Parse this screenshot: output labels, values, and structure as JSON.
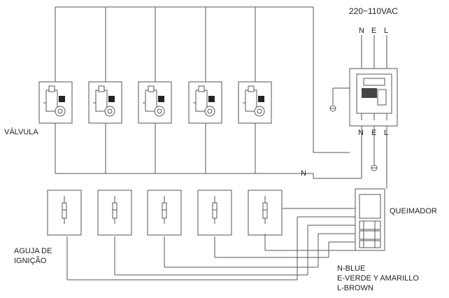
{
  "labels": {
    "supply": "220~110VAC",
    "supply_n": "N",
    "supply_e": "E",
    "supply_l": "L",
    "lower_n": "N",
    "lower_e": "E",
    "lower_l": "L",
    "bus_n": "N",
    "valve": "VÁLVULA",
    "needle_line1": "AGUJA DE",
    "needle_line2": "IGNIÇÃO",
    "burner": "QUEIMADOR",
    "legend_n": "N-BLUE",
    "legend_e": "E-VERDE Y AMARILLO",
    "legend_l": "L-BROWN"
  },
  "counts": {
    "valves": 5,
    "needles": 5
  },
  "colors": {
    "line": "#555555",
    "text": "#222222"
  }
}
